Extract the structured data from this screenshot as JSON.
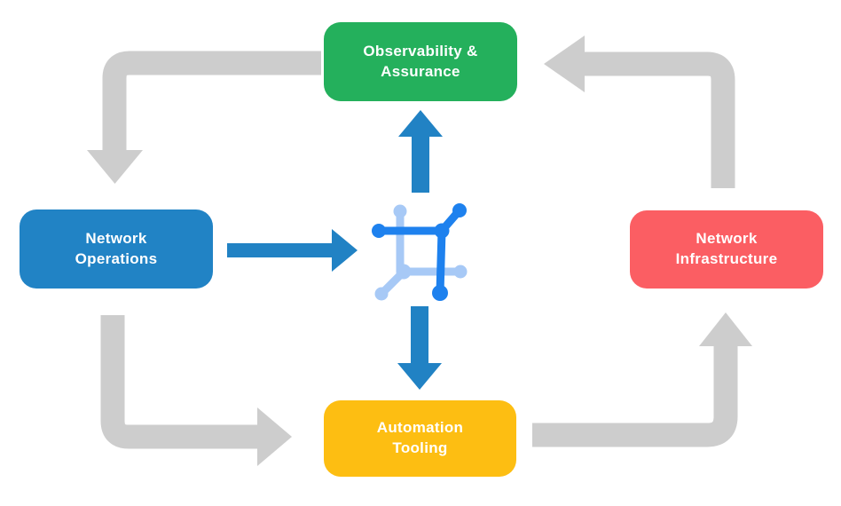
{
  "diagram": {
    "title": "network automation lifecycle diagram",
    "nodes": [
      {
        "id": "observability-assurance",
        "label_line1": "Observability &",
        "label_line2": "Assurance"
      },
      {
        "id": "network-operations",
        "label_line1": "Network",
        "label_line2": "Operations"
      },
      {
        "id": "network-infrastructure",
        "label_line1": "Network",
        "label_line2": "Infrastructure"
      },
      {
        "id": "automation-tooling",
        "label_line1": "Automation",
        "label_line2": "Tooling"
      }
    ],
    "center_icon": "network-automation-icon",
    "flow": [
      "observability-assurance -> network-operations",
      "network-operations -> automation-tooling",
      "automation-tooling -> network-infrastructure",
      "network-infrastructure -> observability-assurance",
      "network-operations -> center-icon",
      "center-icon -> observability-assurance",
      "center-icon -> automation-tooling"
    ]
  },
  "colors": {
    "background": "#FFFFFF",
    "arrow_gray": "#CDCDCD",
    "arrow_blue": "#2182C4",
    "icon_blue_dark": "#1E81EE",
    "icon_blue_light": "#A7C9F6",
    "node_green": "#24B05C",
    "node_blue": "#2183C5",
    "node_red": "#FB5E63",
    "node_yellow": "#FDBE12",
    "text": "#FFFFFF"
  }
}
